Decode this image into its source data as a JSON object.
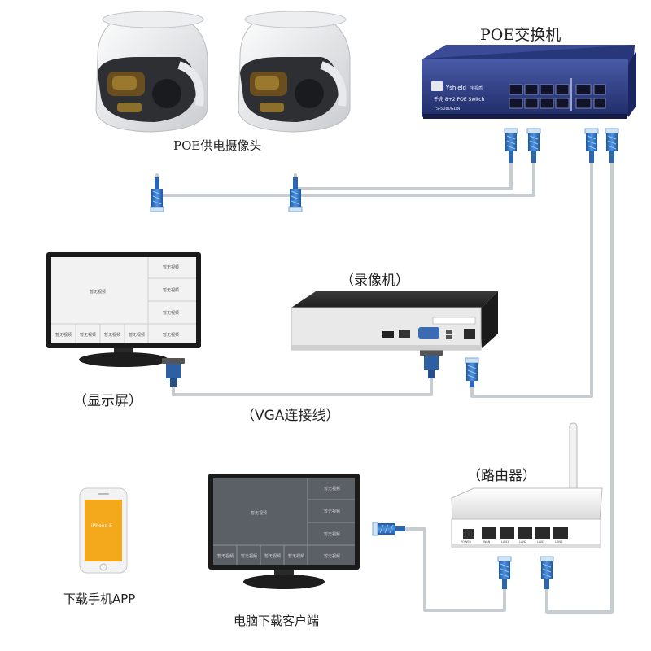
{
  "labels": {
    "poe_switch": "POE交换机",
    "poe_cameras": "POE供电摄像头",
    "nvr": "（录像机）",
    "monitor": "（显示屏）",
    "vga_cable": "（VGA连接线）",
    "router": "（路由器）",
    "mobile_app": "下载手机APP",
    "pc_client": "电脑下载客户端"
  },
  "switch_device": {
    "brand": "Yshield",
    "brand_sub": "宇视盾",
    "model_line": "千兆 8+2 POE Switch",
    "model_code": "YS-5080GDN"
  },
  "phone_screen_text": "iPhone 5",
  "monitor_cell_text": "暂无视频",
  "router_port_labels": [
    "WAN",
    "LAN1",
    "LAN2",
    "LAN3",
    "LAN4",
    "POWER"
  ],
  "colors": {
    "cable": "#c7ccd1",
    "rj45_plug": "#2b6fbd",
    "switch_body": "#2e3f8a",
    "nvr_body": "#2d2d2d",
    "phone_screen": "#f4a81c"
  },
  "icons": [
    "dome-camera-icon",
    "poe-switch-icon",
    "nvr-icon",
    "monitor-icon",
    "router-icon",
    "smartphone-icon",
    "rj45-plug-icon",
    "vga-plug-icon"
  ]
}
